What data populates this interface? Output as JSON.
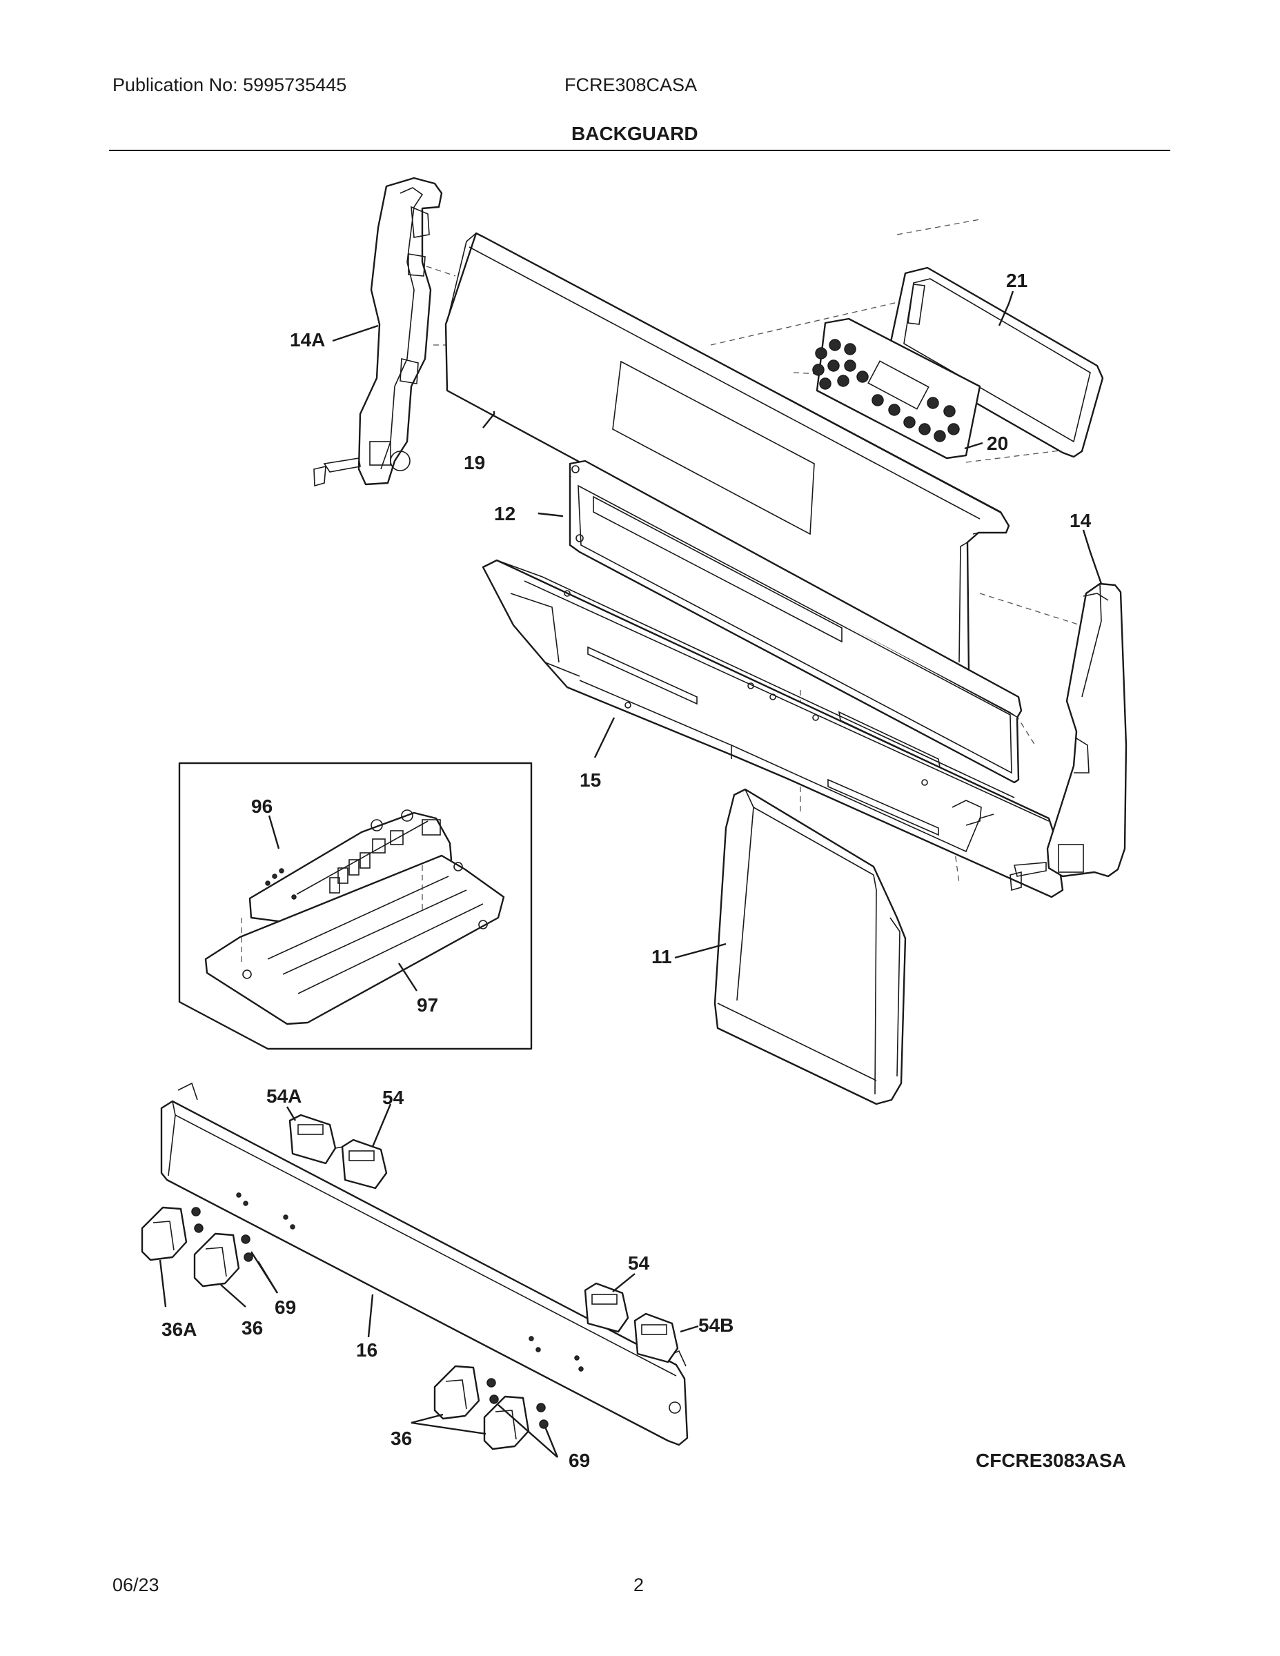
{
  "header": {
    "publication": "Publication No: 5995735445",
    "model": "FCRE308CASA",
    "title": "BACKGUARD"
  },
  "diagram": {
    "part_labels": {
      "p14a": "14A",
      "p19": "19",
      "p21": "21",
      "p20": "20",
      "p12": "12",
      "p14": "14",
      "p15": "15",
      "p96": "96",
      "p97": "97",
      "p11": "11",
      "p54a": "54A",
      "p54_top": "54",
      "p54_right": "54",
      "p54b": "54B",
      "p69_left": "69",
      "p69_right": "69",
      "p36a": "36A",
      "p36_left": "36",
      "p36_bottom": "36",
      "p16": "16"
    },
    "drawing_code": "CFCRE3083ASA"
  },
  "footer": {
    "date": "06/23",
    "page": "2"
  }
}
